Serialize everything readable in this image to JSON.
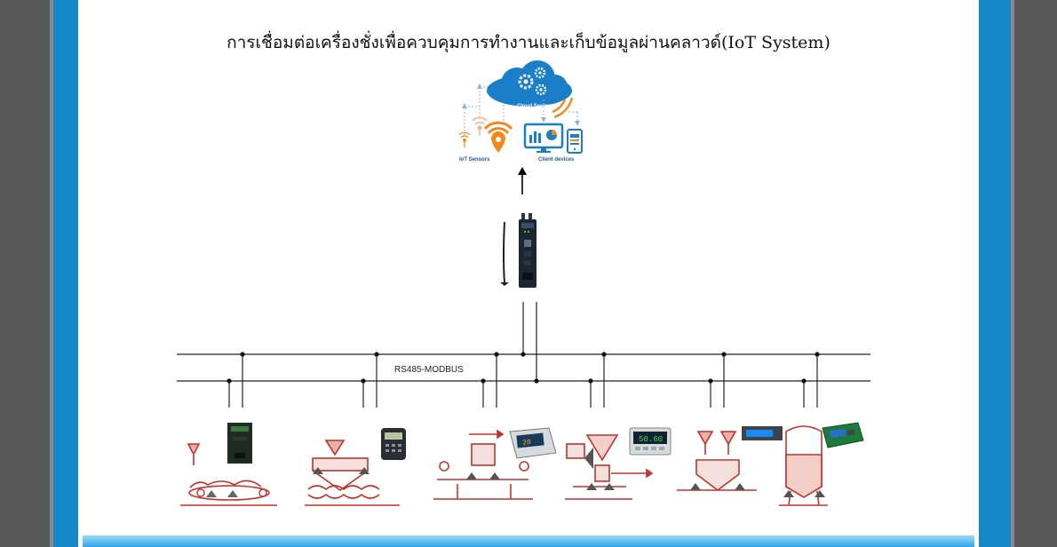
{
  "page": {
    "title": "การเชื่อมต่อเครื่องชั่งเพื่อควบคุมการทำงานและเก็บข้อมูลผ่านคลาวด์(IoT System)"
  },
  "cloud": {
    "server_label": "Cloud Server",
    "sensors_label": "IoT Sensors",
    "clients_label": "Client devices"
  },
  "bus": {
    "label": "RS485-MODBUS"
  },
  "indicators": {
    "display_1": "28",
    "display_2": "50.60"
  },
  "colors": {
    "frame_blue": "#1688c8",
    "cloud_blue": "#1a7fc8",
    "accent_orange": "#f08a1e",
    "process_red": "#c0342e",
    "bus_line": "#222222"
  }
}
